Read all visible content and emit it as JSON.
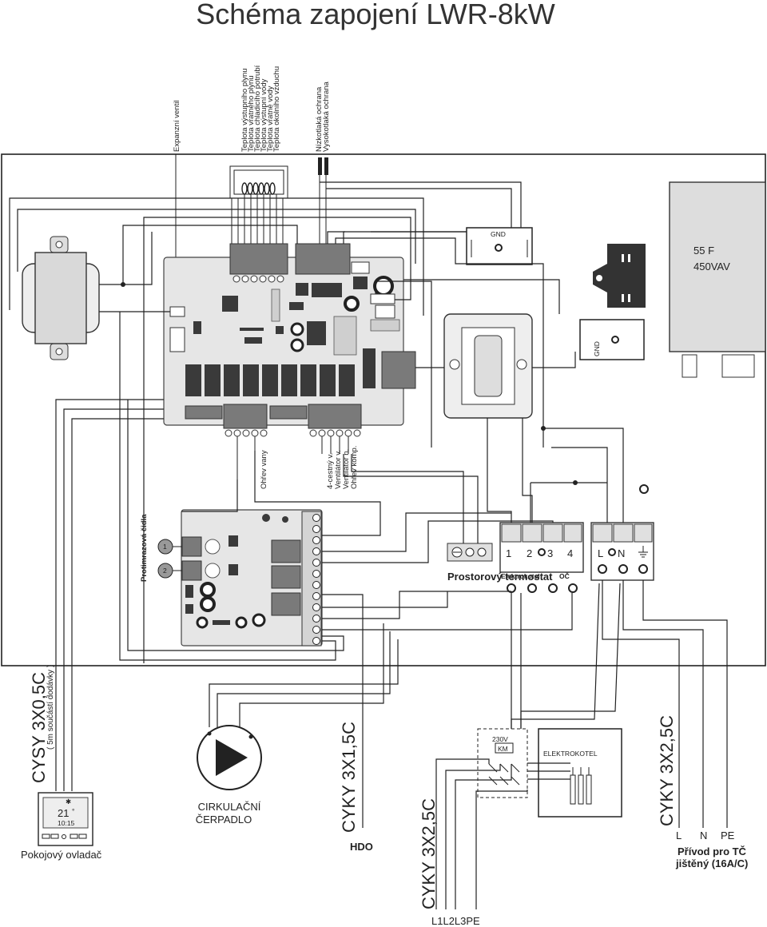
{
  "title": "Schéma zapojení LWR-8kW",
  "top_labels": {
    "expansion_valve": "Expanzní ventil",
    "sensors": [
      "Teplota výstupního plynu",
      "Teplota vratného plynu",
      "Teplota chladicího potrubí",
      "Teplota výstupní vody",
      "Teplota vratné vody",
      "Teplota okolního vzduchu"
    ],
    "pressure": [
      "Nízkotlaká ochrana",
      "Vysokotlaká ochrana"
    ]
  },
  "capacitor": {
    "line1": "55 F",
    "line2": "450VAV"
  },
  "gnd_labels": [
    "GND",
    "GND"
  ],
  "board_outputs": {
    "heater_tank": "Ohřev vany",
    "four_way": "4-cestný v.",
    "fan_high": "Ventilátor v.",
    "fan_low": "Ventilátor n.",
    "comp_heater": "Ohřev komp."
  },
  "antifreeze": "Protimrazová čidla",
  "sensor_numbers": [
    "1",
    "2"
  ],
  "room_thermostat": "Prostorový termostat",
  "terminal_block_1": {
    "numbers": [
      "1",
      "2",
      "3",
      "4"
    ],
    "label_left": "Elektrokotel",
    "label_right": "OČ"
  },
  "terminal_block_2": {
    "labels": [
      "L",
      "N"
    ]
  },
  "cables": {
    "cysy": "CYSY 3X0,5C",
    "cysy_note": "( 5m součástí dodávky )",
    "cyky_hdo": "CYKY 3X1,5C",
    "cyky_boiler": "CYKY 3X2,5C",
    "cyky_supply": "CYKY 3X2,5C"
  },
  "controller": {
    "temp": "21",
    "unit": "°",
    "time": "10:15",
    "label": "Pokojový ovladač"
  },
  "pump": {
    "line1": "CIRKULAČNÍ",
    "line2": "ČERPADLO"
  },
  "hdo": "HDO",
  "contactor": {
    "voltage": "230V",
    "name": "KM"
  },
  "boiler": "ELEKTROKOTEL",
  "phases": "L1L2L3PE",
  "supply": {
    "l": "L",
    "n": "N",
    "pe": "PE",
    "line1": "Přívod pro TČ",
    "line2": "jištěný (16A/C)"
  },
  "colors": {
    "line": "#222222",
    "board": "#e6e6e6",
    "component": "#3a3a3a"
  }
}
